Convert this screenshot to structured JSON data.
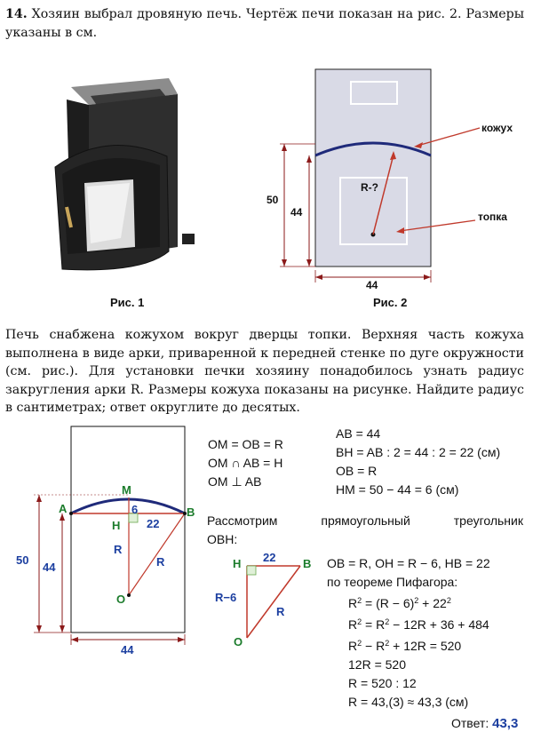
{
  "problem": {
    "number": "14.",
    "intro": "Хозяин выбрал дровяную печь. Чертёж печи показан на рис. 2. Размеры указаны в см.",
    "text": "Печь снабжена кожухом вокруг дверцы топки. Верхняя часть кожуха выполнена в виде арки, приваренной к передней стенке по дуге окружности (см. рис.). Для установки печки хозяину понадобилось узнать радиус закругления арки R. Размеры кожуха показаны на рисунке. Найдите радиус в сантиметрах; ответ округлите до десятых."
  },
  "fig1": {
    "caption": "Рис. 1"
  },
  "fig2": {
    "caption": "Рис. 2",
    "label_kozhukh": "кожух",
    "label_topka": "топка",
    "label_r": "R-?",
    "dim_50": "50",
    "dim_44_height": "44",
    "dim_44_width": "44"
  },
  "solution_figure": {
    "A": "A",
    "B": "B",
    "M": "M",
    "H": "H",
    "O": "O",
    "hm": "6",
    "hb": "22",
    "oh": "R",
    "ob": "R",
    "dim_50": "50",
    "dim_44_height": "44",
    "dim_44_width": "44"
  },
  "given": [
    "OM = OB = R",
    "OM ∩ AB = H",
    "OM ⊥ AB"
  ],
  "calc": [
    "AB = 44",
    "BH = AB : 2 = 44 : 2 = 22 (см)",
    "OB = R",
    "HM = 50 − 44 = 6 (см)"
  ],
  "consider": {
    "line1": "Рассмотрим прямоугольный треугольник",
    "line2": "OBH:"
  },
  "triangle": {
    "H": "H",
    "B": "B",
    "O": "O",
    "top": "22",
    "left": "R−6",
    "hyp": "R"
  },
  "pythagoras": {
    "line1": "OB = R,   OH = R − 6,   HB = 22",
    "line2": "по теореме Пифагора:",
    "eq1_a": "R",
    "eq1_b": " = (R − 6)",
    "eq1_c": " + 22",
    "eq2_a": "R",
    "eq2_b": " = R",
    "eq2_c": " − 12R + 36 + 484",
    "eq3_a": "R",
    "eq3_b": " − R",
    "eq3_c": " + 12R = 520",
    "eq4": "12R = 520",
    "eq5": "R = 520 : 12",
    "eq6": "R = 43,(3) ≈ 43,3 (см)",
    "sq": "2"
  },
  "answer": {
    "label": "Ответ:",
    "value": "43,3"
  },
  "colors": {
    "stove": "#2a2a2a",
    "plate": "#d9dae6",
    "arrow": "#c0392b",
    "green": "#1c7c2c",
    "blue": "#1c3fa0"
  }
}
